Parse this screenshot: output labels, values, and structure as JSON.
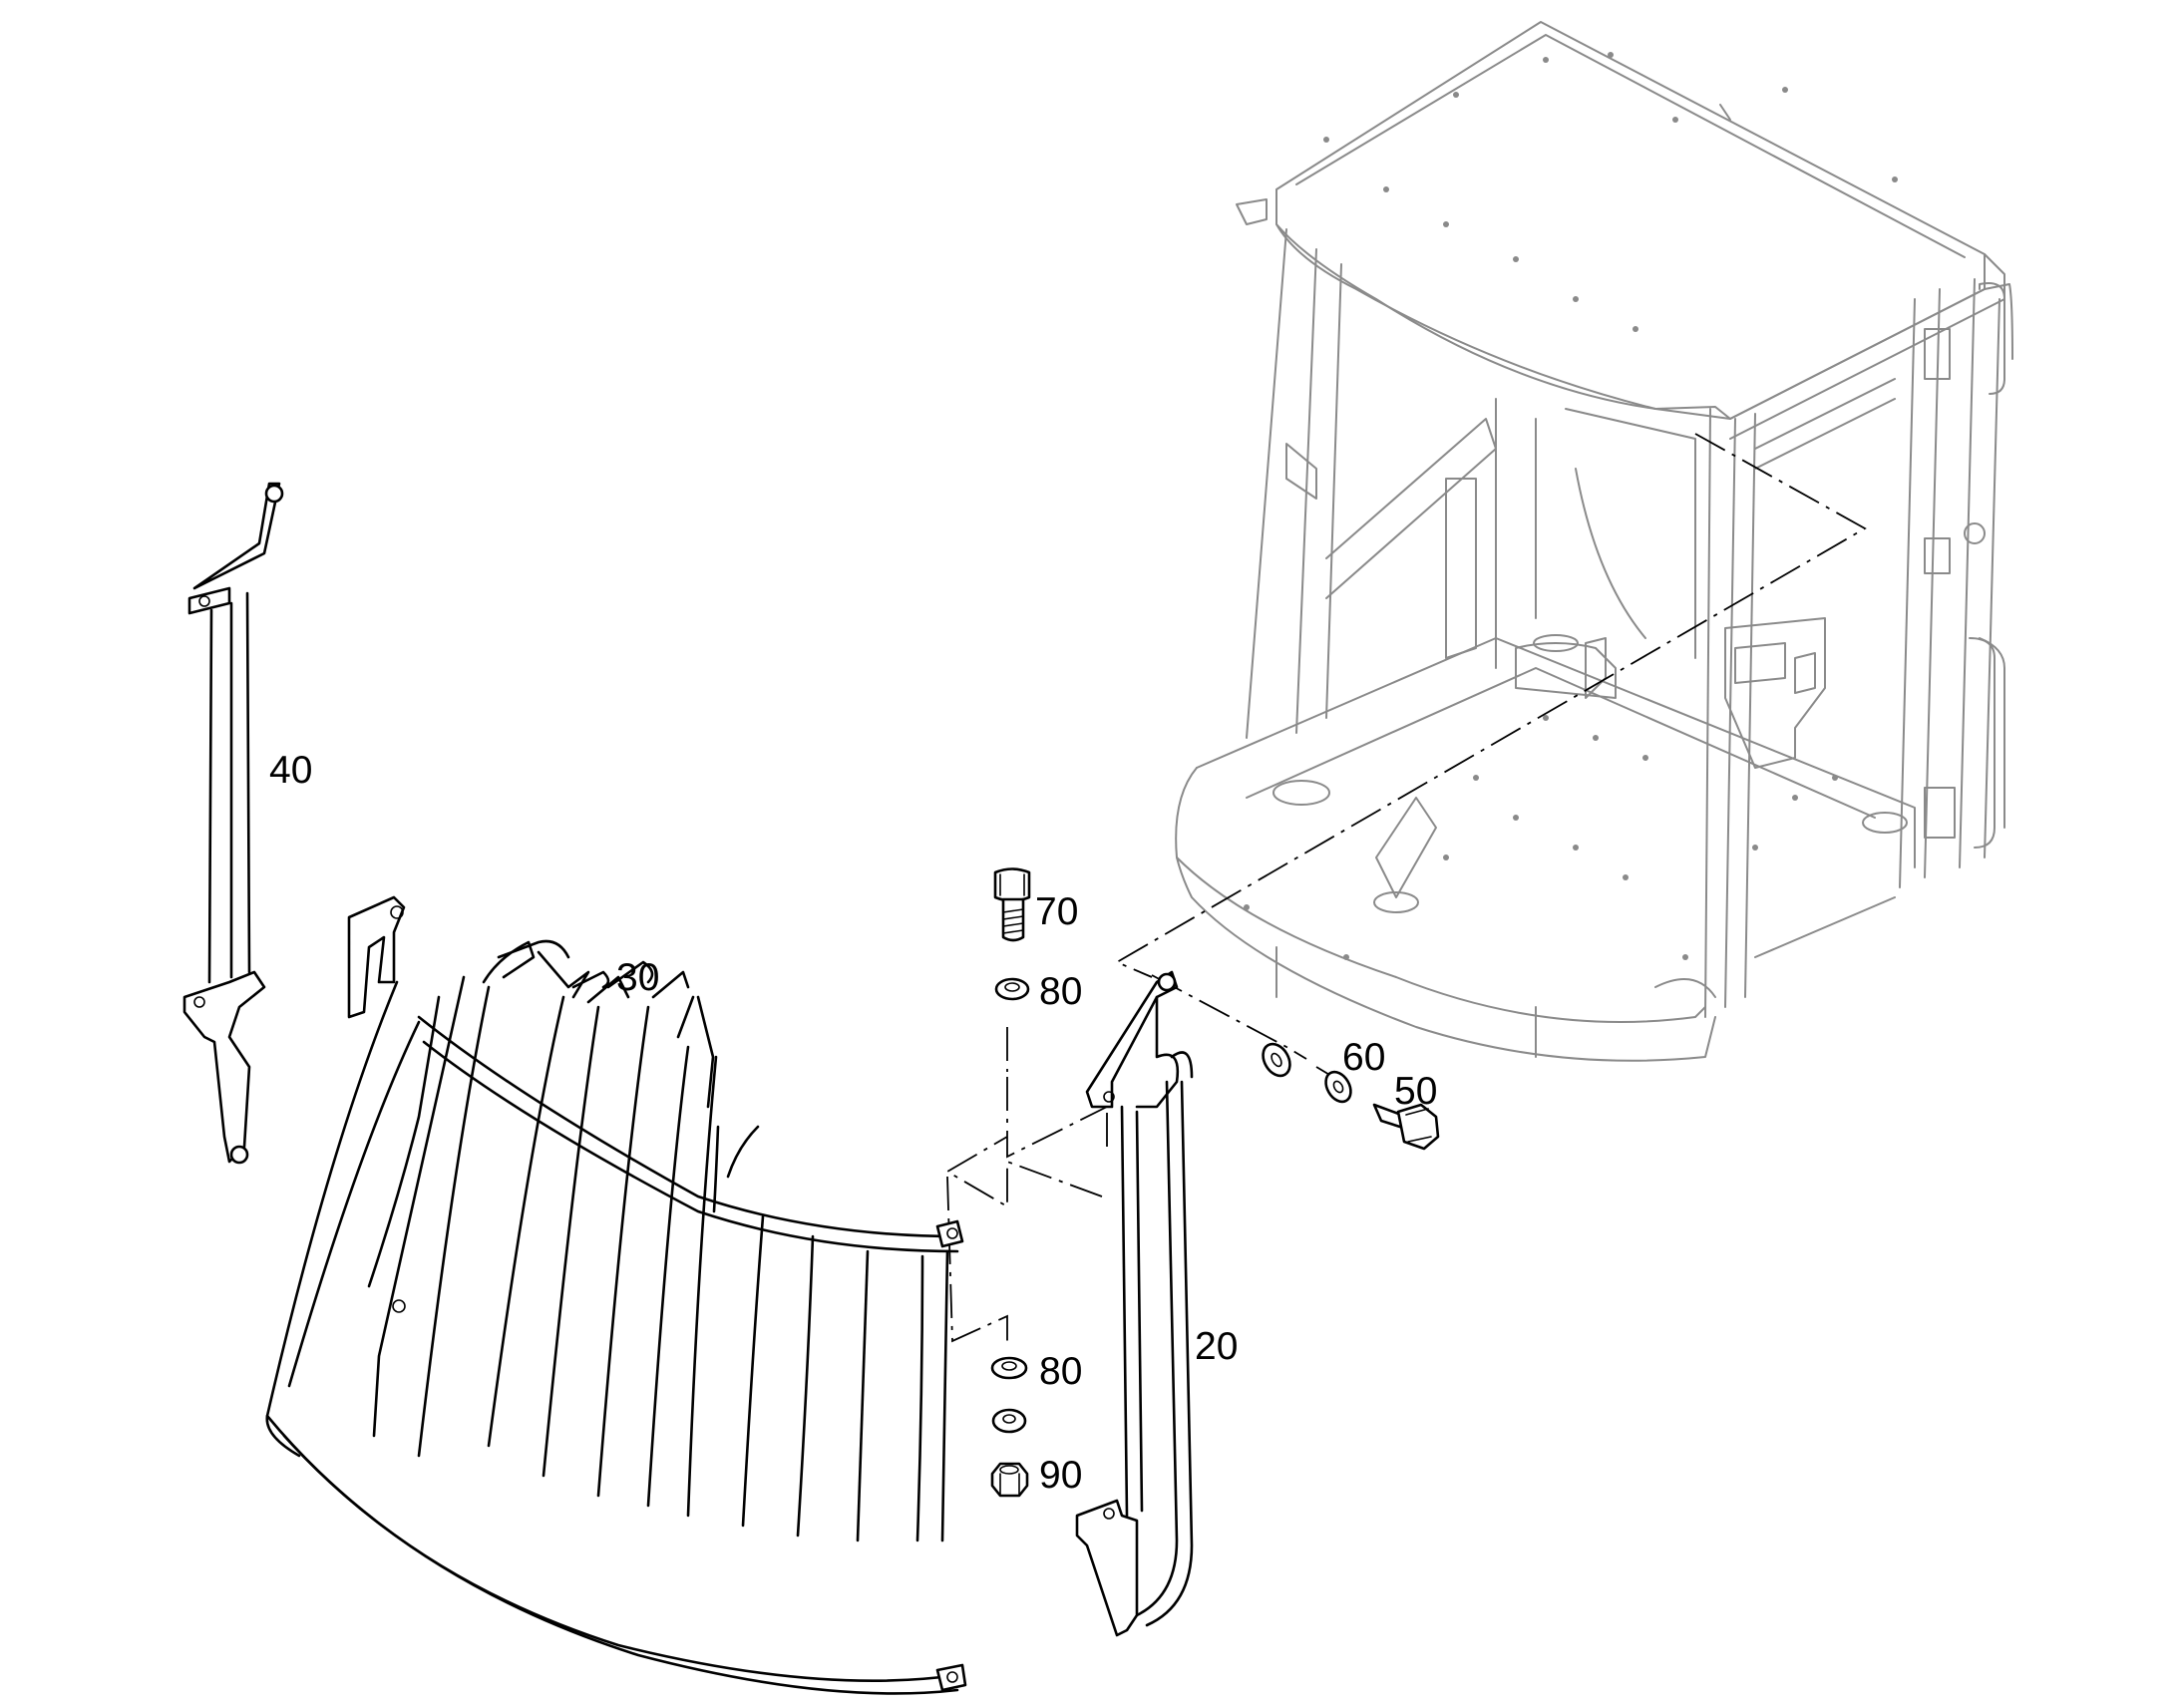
{
  "callouts": {
    "c20": "20",
    "c30": "30",
    "c40": "40",
    "c50": "50",
    "c60": "60",
    "c70": "70",
    "c80_top": "80",
    "c80_bottom": "80",
    "c90": "90"
  }
}
